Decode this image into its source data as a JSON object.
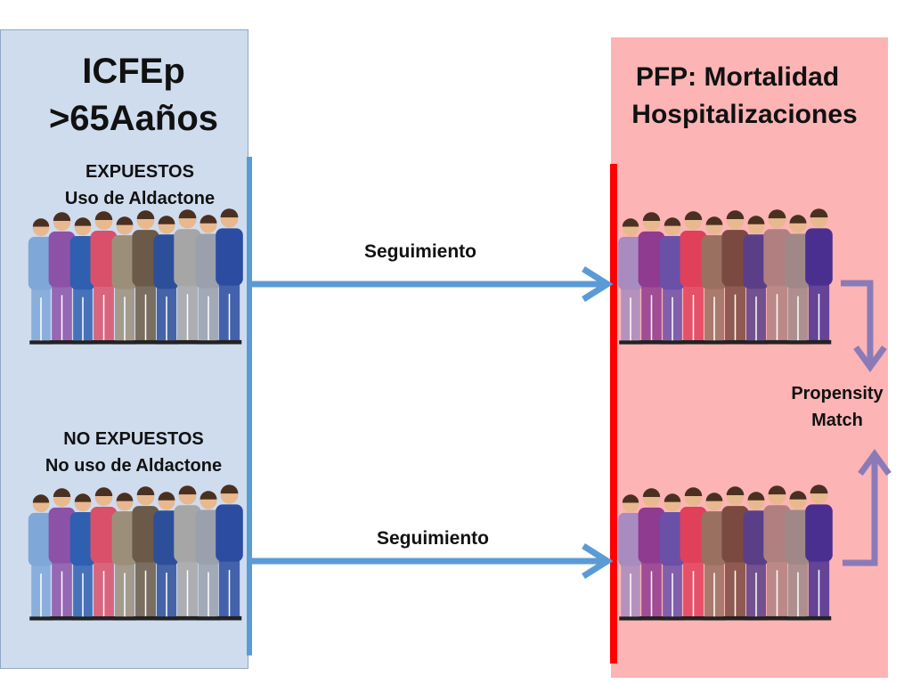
{
  "left_box": {
    "title_line1": "ICFEp",
    "title_line2": ">65Aaños",
    "exposed": {
      "line1": "EXPUESTOS",
      "line2": "Uso de Aldactone"
    },
    "not_exposed": {
      "line1": "NO EXPUESTOS",
      "line2": "No uso de Aldactone"
    }
  },
  "arrows": {
    "top_label": "Seguimiento",
    "bottom_label": "Seguimiento"
  },
  "right_box": {
    "title_line1": "PFP: Mortalidad",
    "title_line2": "Hospitalizaciones"
  },
  "propensity": {
    "line1": "Propensity",
    "line2": "Match"
  },
  "icons": {
    "people_group": "people-group-icon",
    "arrow": "right-arrow-icon",
    "bracket_down": "down-bracket-arrow-icon",
    "bracket_up": "up-bracket-arrow-icon"
  },
  "colors": {
    "left_panel": "#cfdcee",
    "right_panel": "#fcb4b4",
    "blue_line": "#5b9bd5",
    "red_line": "#ff0000",
    "bracket": "#8a7bb8",
    "people_left": [
      "#7fa7d8",
      "#8c52a8",
      "#2f5fb0",
      "#d9506a",
      "#9c8f7a",
      "#6b5a48",
      "#2d4f9a",
      "#a6a6a6",
      "#9aa1ad",
      "#2b4ca0"
    ],
    "people_right": [
      "#a88cc0",
      "#8f3b8f",
      "#6b50a8",
      "#e0405a",
      "#9a7060",
      "#7a4a40",
      "#5a3f88",
      "#b08080",
      "#a08888",
      "#4a2f90"
    ]
  }
}
